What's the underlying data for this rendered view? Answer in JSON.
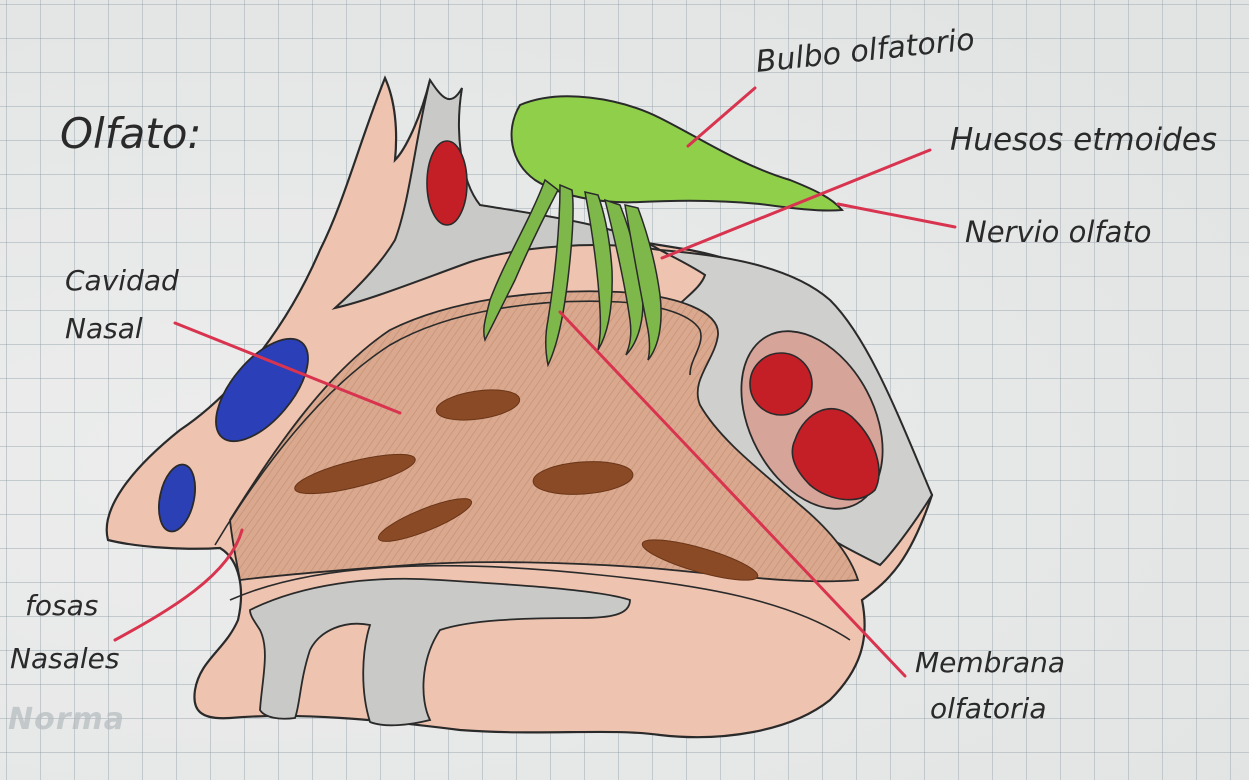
{
  "title": "Olfato:",
  "labels": {
    "bulbo": "Bulbo olfatorio",
    "huesos": "Huesos etmoides",
    "nervio": "Nervio olfato",
    "cavidad_line1": "Cavidad",
    "cavidad_line2": "Nasal",
    "fosas_line1": "fosas",
    "fosas_line2": "Nasales",
    "membrana_line1": "Membrana",
    "membrana_line2": "olfatoria"
  },
  "watermark": "Norma",
  "colors": {
    "grid_line": "#9aaab3",
    "bulb_green": "#8fcf4a",
    "skin": "#e9b7a3",
    "bone_gray": "#c7c9c7",
    "brown": "#8a4a25",
    "blue": "#2a3fb8",
    "red": "#c41f26",
    "pointer": "#d9344f"
  }
}
